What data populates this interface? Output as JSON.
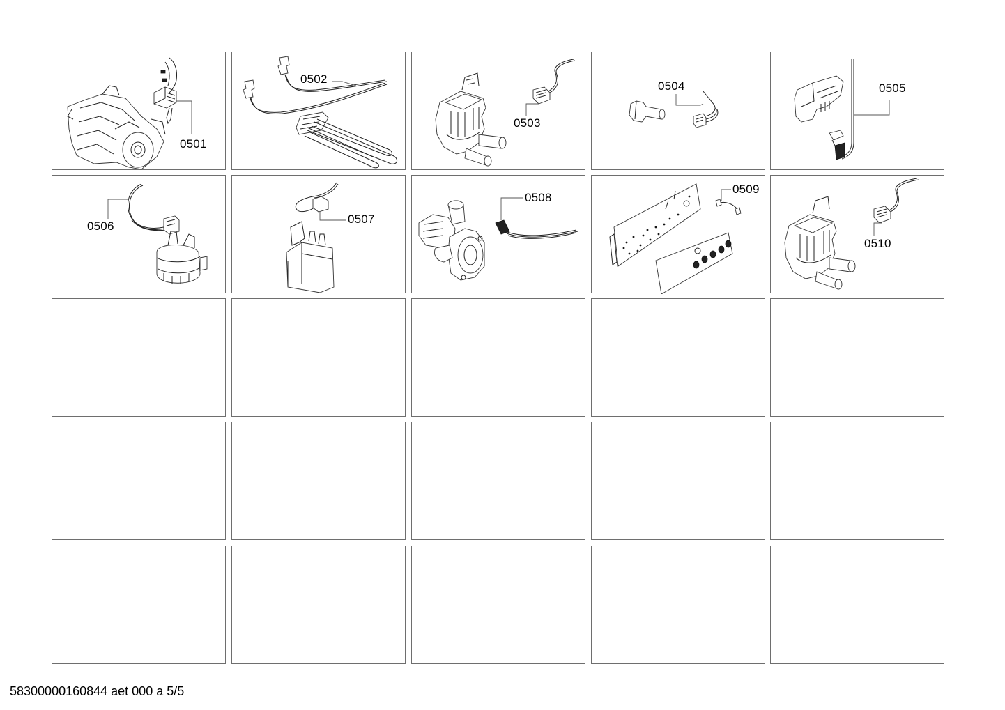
{
  "sheet": {
    "footer_text": "58300000160844 aet 000 a 5/5",
    "grid": {
      "columns": 5,
      "rows": 5
    },
    "colors": {
      "border": "#6e6e6e",
      "background": "#ffffff",
      "text": "#000000"
    }
  },
  "cells": [
    {
      "row": 1,
      "col": 1,
      "part_number": "0501",
      "part": "motor-with-carbon-brushes"
    },
    {
      "row": 1,
      "col": 2,
      "part_number": "0502",
      "part": "heating-element-with-wires"
    },
    {
      "row": 1,
      "col": 3,
      "part_number": "0503",
      "part": "double-inlet-valve-with-connector"
    },
    {
      "row": 1,
      "col": 4,
      "part_number": "0504",
      "part": "ntc-sensor-with-connector"
    },
    {
      "row": 1,
      "col": 5,
      "part_number": "0505",
      "part": "door-lock-with-harness"
    },
    {
      "row": 2,
      "col": 1,
      "part_number": "0506",
      "part": "pressure-switch-with-harness"
    },
    {
      "row": 2,
      "col": 2,
      "part_number": "0507",
      "part": "interference-filter-with-lead"
    },
    {
      "row": 2,
      "col": 3,
      "part_number": "0508",
      "part": "drain-pump-with-lead"
    },
    {
      "row": 2,
      "col": 4,
      "part_number": "0509",
      "part": "control-modules-with-cable"
    },
    {
      "row": 2,
      "col": 5,
      "part_number": "0510",
      "part": "inlet-valve-with-connector"
    },
    {
      "row": 3,
      "col": 1,
      "part_number": "",
      "part": ""
    },
    {
      "row": 3,
      "col": 2,
      "part_number": "",
      "part": ""
    },
    {
      "row": 3,
      "col": 3,
      "part_number": "",
      "part": ""
    },
    {
      "row": 3,
      "col": 4,
      "part_number": "",
      "part": ""
    },
    {
      "row": 3,
      "col": 5,
      "part_number": "",
      "part": ""
    },
    {
      "row": 4,
      "col": 1,
      "part_number": "",
      "part": ""
    },
    {
      "row": 4,
      "col": 2,
      "part_number": "",
      "part": ""
    },
    {
      "row": 4,
      "col": 3,
      "part_number": "",
      "part": ""
    },
    {
      "row": 4,
      "col": 4,
      "part_number": "",
      "part": ""
    },
    {
      "row": 4,
      "col": 5,
      "part_number": "",
      "part": ""
    },
    {
      "row": 5,
      "col": 1,
      "part_number": "",
      "part": ""
    },
    {
      "row": 5,
      "col": 2,
      "part_number": "",
      "part": ""
    },
    {
      "row": 5,
      "col": 3,
      "part_number": "",
      "part": ""
    },
    {
      "row": 5,
      "col": 4,
      "part_number": "",
      "part": ""
    },
    {
      "row": 5,
      "col": 5,
      "part_number": "",
      "part": ""
    }
  ]
}
